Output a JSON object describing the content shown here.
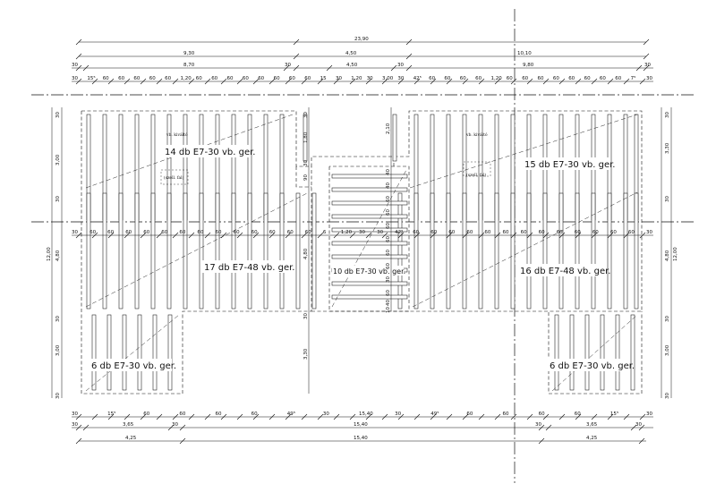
{
  "dimensions_top": {
    "overall": "23,90",
    "row2": [
      "9,30",
      "4,50",
      "10,10"
    ],
    "row3": [
      "30",
      "8,70",
      "30",
      "4,50",
      "30",
      "9,80",
      "30"
    ],
    "row4": [
      "30",
      "15⁵",
      "60",
      "60",
      "60",
      "60",
      "60",
      "1,20",
      "60",
      "60",
      "60",
      "60",
      "60",
      "60",
      "60",
      "60",
      "15",
      "30",
      "1,20",
      "30",
      "3,00",
      "30",
      "42⁵",
      "60",
      "60",
      "60",
      "60",
      "1,20",
      "60",
      "60",
      "60",
      "60",
      "60",
      "60",
      "60",
      "60",
      "7⁵",
      "30"
    ]
  },
  "dimensions_middle": {
    "row": [
      "30",
      "60",
      "60",
      "60",
      "60",
      "60",
      "60",
      "60",
      "60",
      "60",
      "60",
      "60",
      "60",
      "60",
      "6",
      "1,20",
      "30",
      "30",
      "42⁵",
      "60",
      "60",
      "60",
      "60",
      "60",
      "60",
      "60",
      "60",
      "60",
      "60",
      "60",
      "60",
      "60",
      "30"
    ]
  },
  "dimensions_bottom": {
    "row1": [
      "30",
      "15⁵",
      "60",
      "60",
      "60",
      "60",
      "49⁵",
      "30",
      "15,40",
      "30",
      "49⁵",
      "60",
      "60",
      "60",
      "60",
      "15⁵",
      "30"
    ],
    "row2": [
      "30",
      "3,65",
      "30",
      "15,40",
      "30",
      "3,65",
      "30"
    ],
    "row3": [
      "4,25",
      "15,40",
      "4,25"
    ]
  },
  "dimensions_left": [
    "30",
    "3,00",
    "30",
    "4,80",
    "30",
    "3,00",
    "30"
  ],
  "dimensions_left_total": "12,00",
  "dimensions_right": [
    "30",
    "3,30",
    "30",
    "4,80",
    "30",
    "3,00",
    "30"
  ],
  "dimensions_right_total": "12,00",
  "dimensions_stair": {
    "left_col": [
      "30",
      "1,80",
      "30",
      "90",
      "4,80",
      "30",
      "3,30"
    ],
    "right_col": [
      "2,10",
      "40",
      "40",
      "60",
      "60",
      "60",
      "60",
      "60",
      "60",
      "30",
      "60",
      "40",
      "10"
    ]
  },
  "labels": {
    "top_left": "14 db E7-30 vb. ger.",
    "top_right": "15 db E7-30 vb. ger.",
    "mid_left": "17 db E7-48 vb. ger.",
    "mid_right": "16 db E7-48 vb. ger.",
    "mid_center": "10 db E7-30 vb. ger.",
    "bottom_left": "6 db E7-30 vb. ger.",
    "bottom_right": "6 db E7-30 vb. ger.",
    "small_tl_1": "vb. kiváltó",
    "small_tl_2": "(szell. fal)",
    "small_tr_1": "vb. kiváltó",
    "small_tr_2": "(szell. fal)"
  }
}
